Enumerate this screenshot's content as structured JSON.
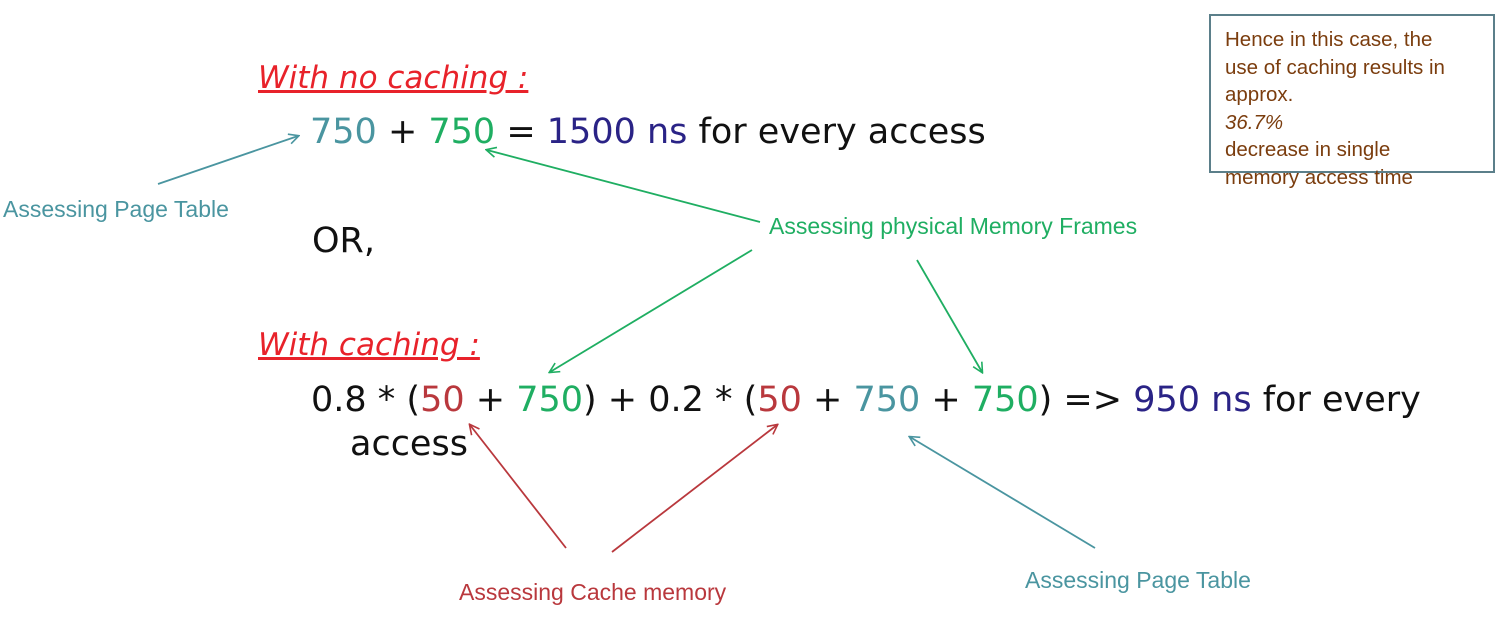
{
  "heading_no_cache": "With no caching :",
  "line1": {
    "t1": "750",
    "op1": " + ",
    "t2": "750",
    "op2": " = ",
    "t3": "1500",
    "sp": " ",
    "t4": "ns",
    "t5": " for every access"
  },
  "or_text": "OR,",
  "heading_cache": "With caching :",
  "line2": {
    "a": "0.8 * (",
    "b": "50",
    "c": " + ",
    "d": "750",
    "e": ") +  0.2 * (",
    "f": "50",
    "g": " + ",
    "h": "750",
    "i": " + ",
    "j": "750",
    "k": ") => ",
    "l": "950",
    "sp": " ",
    "m": "ns",
    "n": " for every",
    "wrap": "access"
  },
  "labels": {
    "page_table_left": "Assessing Page Table",
    "physical_frames": "Assessing physical Memory Frames",
    "cache_memory": "Assessing Cache memory",
    "page_table_right": "Assessing Page Table"
  },
  "note": {
    "l1": "Hence in this case, the",
    "l2": "use of caching results in",
    "l3a": "approx. ",
    "l3b": "36.7%",
    "l4": "decrease in single",
    "l5": "memory access time"
  },
  "colors": {
    "heading": "#e8222a",
    "teal": "#4a95a0",
    "green": "#1fae62",
    "navy": "#2a2386",
    "cache_red": "#b9383d",
    "note_text": "#7b3d0e",
    "note_border": "#5b7f8a"
  }
}
